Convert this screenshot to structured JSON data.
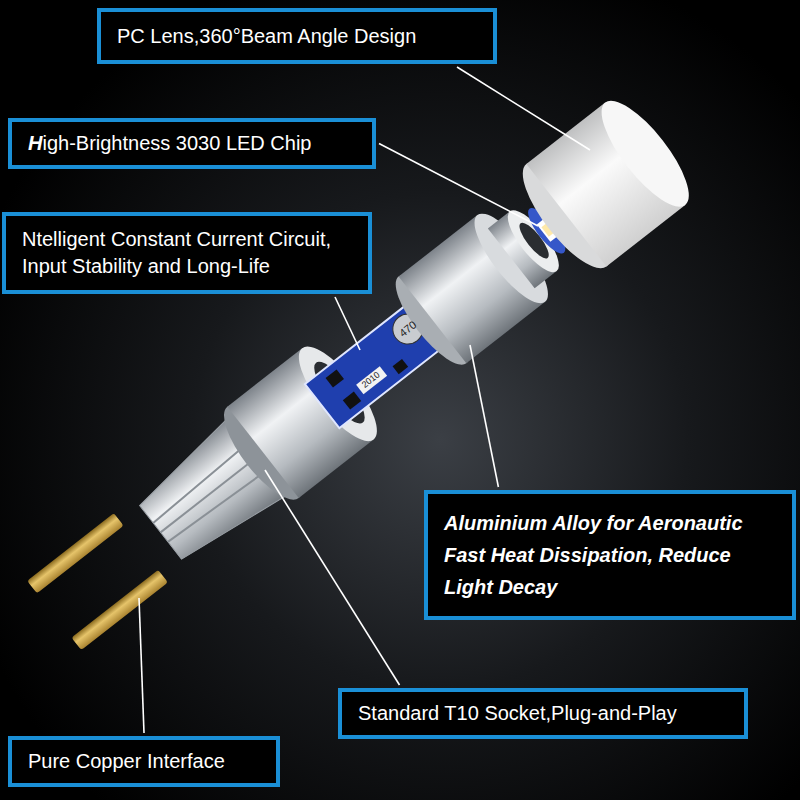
{
  "diagram": {
    "nodes": [
      {
        "text": [
          "PC Lens,360°Beam Angle Design"
        ]
      },
      {
        "text": [
          "High-Brightness 3030 LED Chip"
        ]
      },
      {
        "text": [
          "Ntelligent Constant Current Circuit, Input Stability and Long-Life"
        ]
      },
      {
        "text": [
          "Aluminium Alloy for Aeronautic Fast Heat Dissipation, Reduce Light Decay"
        ]
      },
      {
        "text": [
          "Standard T10 Socket,Plug-and-Play"
        ]
      },
      {
        "text": [
          "Pure Copper Interface"
        ]
      }
    ],
    "labels": [
      "470",
      "2010"
    ]
  }
}
